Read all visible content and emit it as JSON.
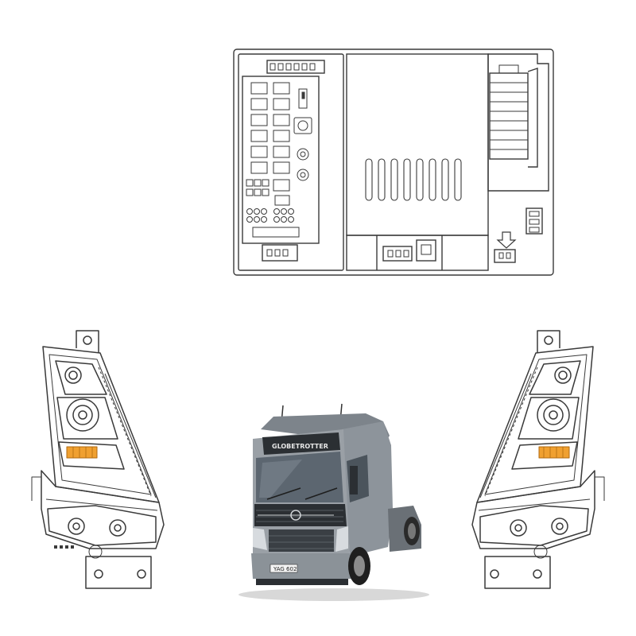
{
  "components": {
    "control_unit": {
      "name": "control-unit-box"
    },
    "left_headlamp": {
      "name": "left-headlamp"
    },
    "right_headlamp": {
      "name": "right-headlamp"
    },
    "truck": {
      "sun_visor_text": "GLOBETROTTER",
      "plate_text": "YAG 602"
    }
  },
  "colors": {
    "line": "#3a3a3a",
    "amber": "#f0a030",
    "truck_body": "#9aa0a6",
    "truck_dark": "#2b2f33",
    "windshield": "#5c6670"
  }
}
